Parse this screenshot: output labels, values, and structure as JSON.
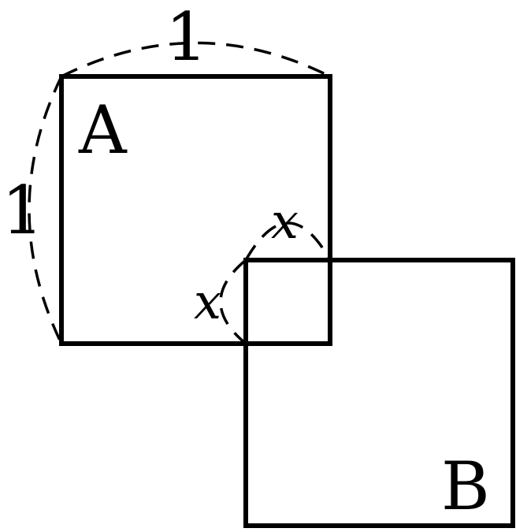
{
  "labels": {
    "square_a": "A",
    "square_b": "B",
    "top_side": "1",
    "left_side": "1",
    "overlap_top": "x",
    "overlap_left": "x"
  }
}
